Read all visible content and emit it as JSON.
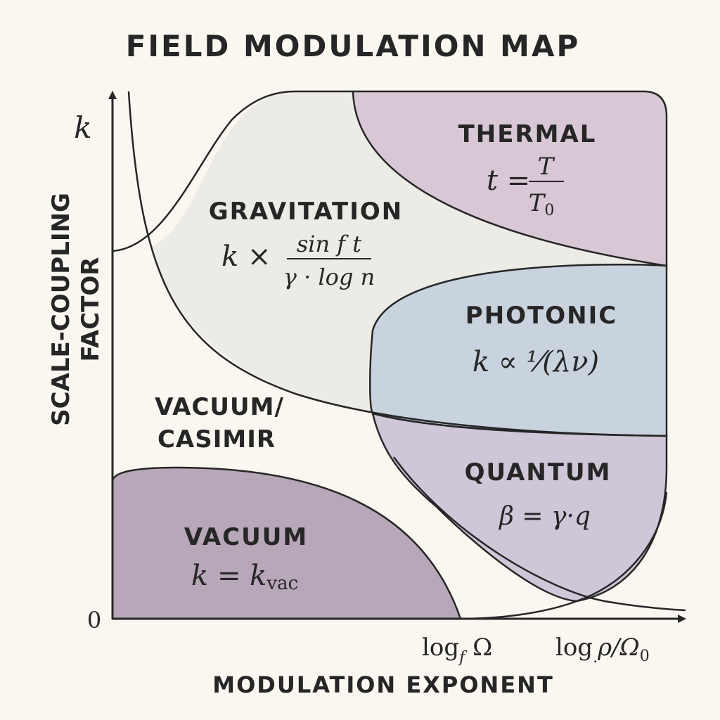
{
  "title": "FIELD MODULATION MAP",
  "axes": {
    "y_symbol": "k",
    "y_label_line1": "SCALE-COUPLING",
    "y_label_line2": "FACTOR",
    "x_label": "MODULATION EXPONENT",
    "origin": "0",
    "x_tick_1": {
      "main": "log",
      "sub": "f",
      "tail": " Ω"
    },
    "x_tick_2": {
      "main": "log",
      "sub": ".",
      "tail": "ρ/Ω",
      "tail_sub": "0"
    }
  },
  "regions": {
    "thermal": {
      "name": "THERMAL",
      "lhs": "t =",
      "numerator": "T",
      "denominator": "T",
      "denominator_sub": "0",
      "fill": "#d8c8d6"
    },
    "gravitation": {
      "name": "GRAVITATION",
      "lhs": "k ×",
      "numerator": "sin f t",
      "denominator": "γ · log n",
      "fill": "#ecebe5"
    },
    "photonic": {
      "name": "PHOTONIC",
      "formula": "k ∝ ⅟(λν)",
      "fill": "#c9d3de"
    },
    "vacuum_casimir": {
      "name_line1": "VACUUM/",
      "name_line2": "CASIMIR"
    },
    "quantum": {
      "name": "QUANTUM",
      "formula": "β = γ·q",
      "fill": "#cfc6d8"
    },
    "vacuum": {
      "name": "VACUUM",
      "lhs": "k = k",
      "sub": "vac",
      "fill": "#b7a7b8"
    }
  },
  "colors": {
    "background": "#faf7f0",
    "line": "#262626"
  }
}
